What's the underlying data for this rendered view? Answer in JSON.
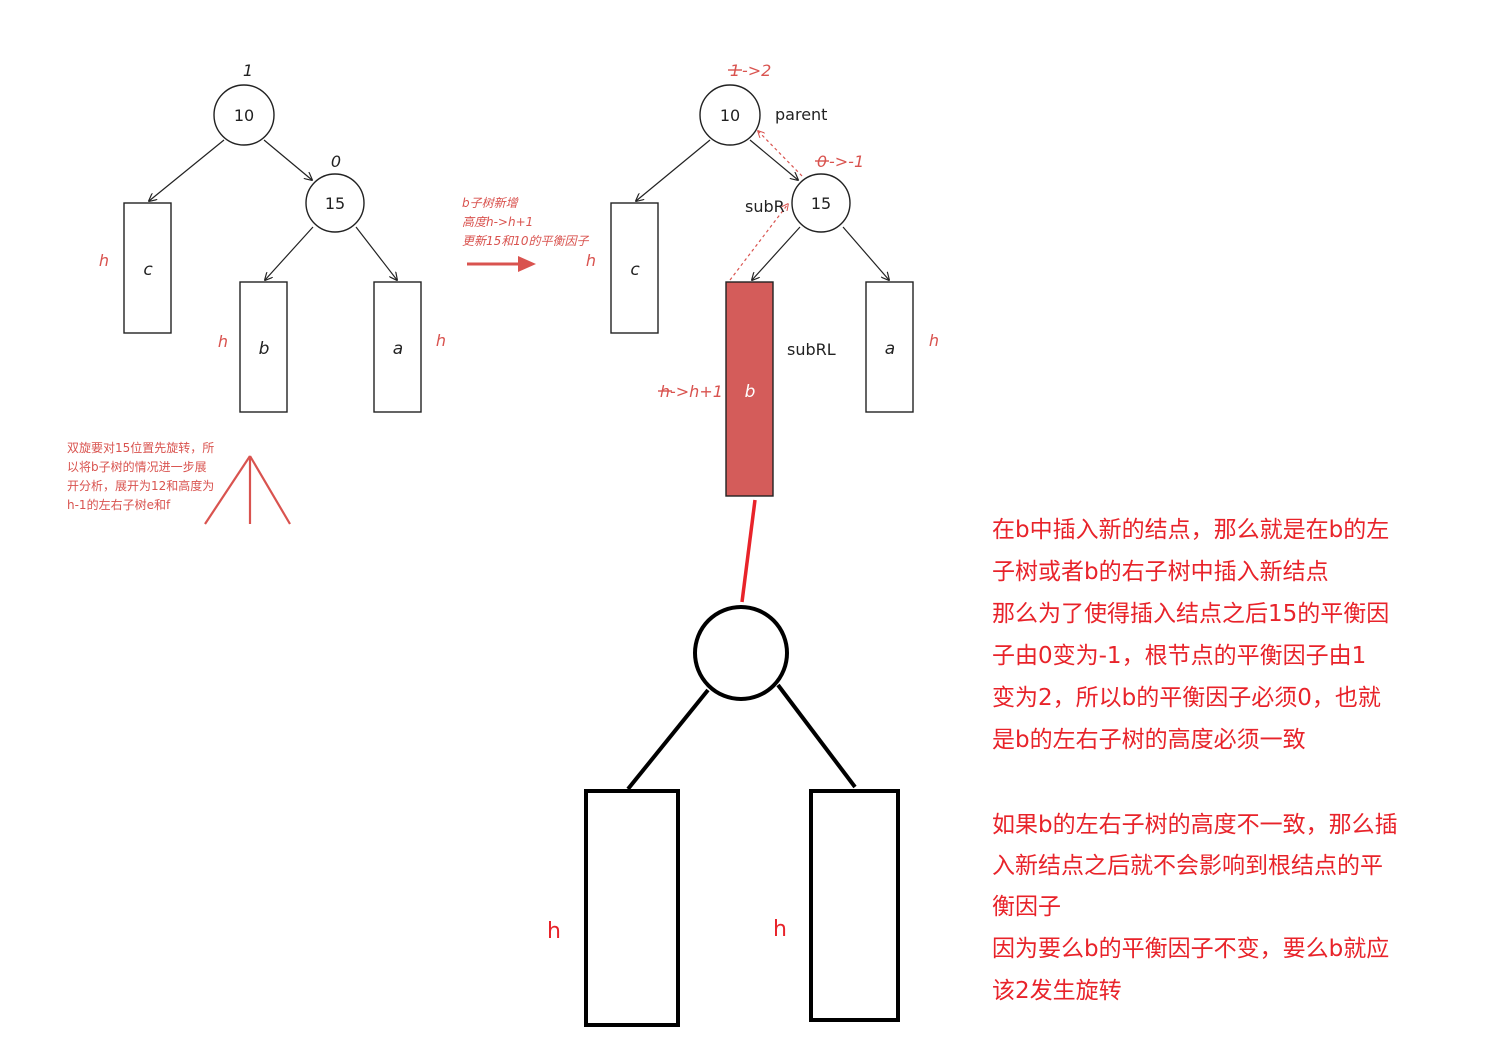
{
  "left_tree": {
    "root": {
      "value": "10",
      "bf": "1"
    },
    "right": {
      "value": "15",
      "bf": "0"
    },
    "subtrees": {
      "c": "c",
      "b": "b",
      "a": "a"
    },
    "heights": {
      "c": "h",
      "b": "h",
      "a": "h"
    },
    "note": [
      "双旋要对15位置先旋转，所",
      "以将b子树的情况进一步展",
      "开分析，展开为12和高度为",
      "h-1的左右子树e和f"
    ]
  },
  "transition": {
    "lines": [
      "b子树新增",
      "高度h->h+1",
      "更新15和10的平衡因子"
    ]
  },
  "right_tree": {
    "root": {
      "value": "10",
      "bf_old": "1",
      "bf_new": "->2",
      "label": "parent"
    },
    "right": {
      "value": "15",
      "bf_old": "0",
      "bf_new": "->-1",
      "label": "subR"
    },
    "subtrees": {
      "c": "c",
      "b": "b",
      "a": "a"
    },
    "heights": {
      "c": "h",
      "a": "h",
      "b_old": "h",
      "b_new": "->h+1"
    },
    "b_label": "subRL"
  },
  "expansion": {
    "left_height": "h",
    "right_height": "h"
  },
  "explanation": {
    "paragraph1": [
      "在b中插入新的结点，那么就是在b的左",
      "子树或者b的右子树中插入新结点",
      "那么为了使得插入结点之后15的平衡因",
      "子由0变为-1，根节点的平衡因子由1",
      "变为2，所以b的平衡因子必须0，也就",
      "是b的左右子树的高度必须一致"
    ],
    "paragraph2": [
      "如果b的左右子树的高度不一致，那么插",
      "入新结点之后就不会影响到根结点的平",
      "衡因子",
      "因为要么b的平衡因子不变，要么b就应",
      "该2发生旋转"
    ]
  },
  "colors": {
    "accent": "#d9534f",
    "bright_red": "#e8232a",
    "filled_box": "#d45c5a",
    "stroke": "#222222"
  }
}
